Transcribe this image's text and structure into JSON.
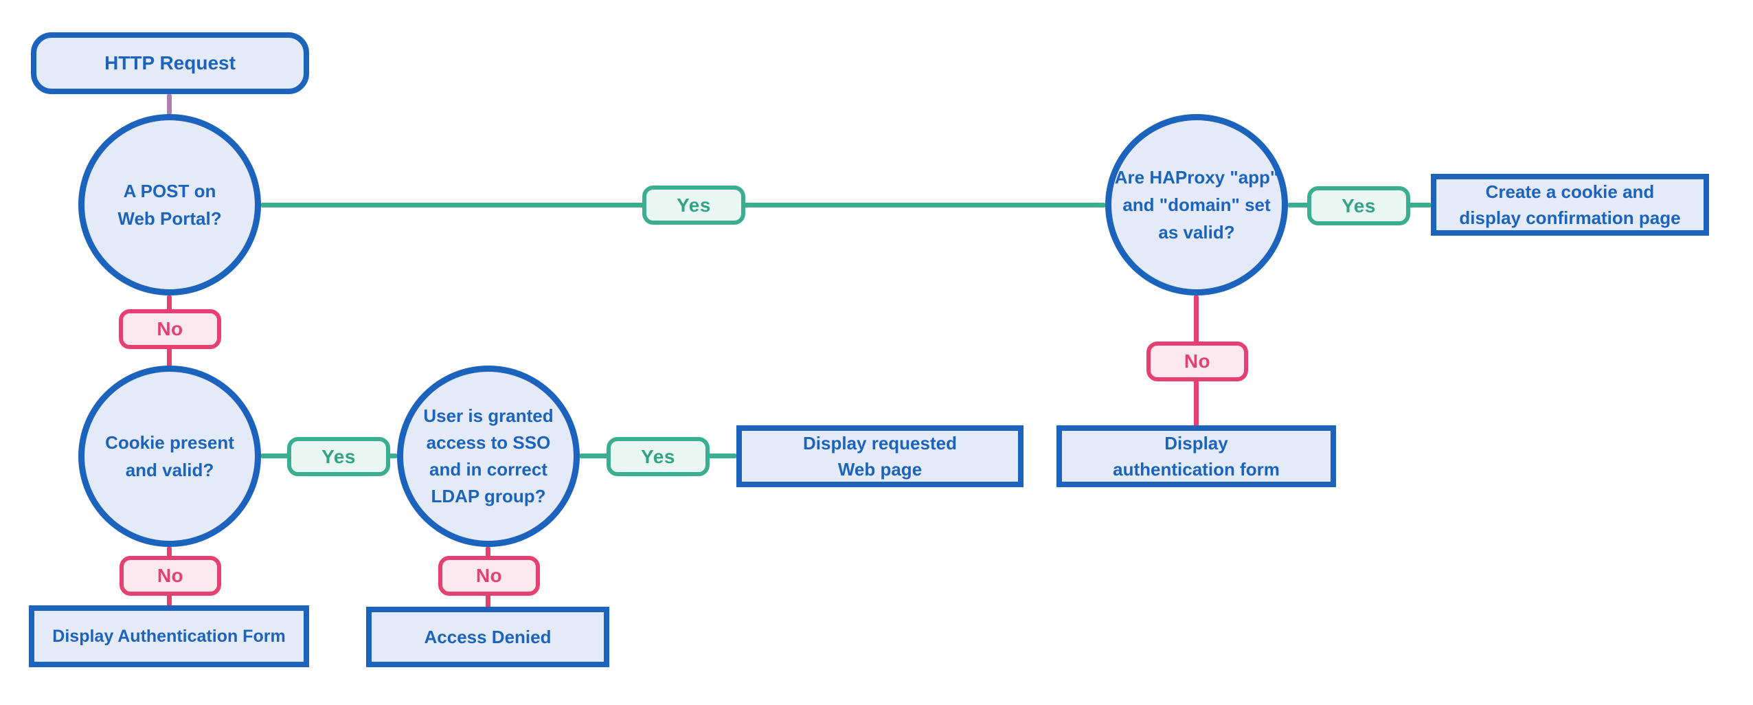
{
  "diagram": {
    "type": "flowchart",
    "background": "#ffffff",
    "colors": {
      "node_border_blue": "#1b63bc",
      "node_fill_blue": "#e4eaf7",
      "node_text_blue": "#1b63bc",
      "yes_green": "#3bad90",
      "yes_fill_green": "#e9f6f1",
      "no_pink": "#e64072",
      "no_fill_pink": "#fce8ef",
      "start_connector_purple": "#b57cb2"
    },
    "nodes": [
      {
        "id": "http-request",
        "shape": "rounded-rectangle",
        "lines": [
          "HTTP Request"
        ]
      },
      {
        "id": "post-on-web-portal",
        "shape": "circle",
        "lines": [
          "A POST on",
          "Web Portal?"
        ]
      },
      {
        "id": "cookie-present-valid",
        "shape": "circle",
        "lines": [
          "Cookie present",
          "and valid?"
        ]
      },
      {
        "id": "sso-ldap-group",
        "shape": "circle",
        "lines": [
          "User is granted",
          "access to SSO",
          "and in correct",
          "LDAP group?"
        ]
      },
      {
        "id": "haproxy-app-domain-valid",
        "shape": "circle",
        "lines": [
          "Are HAProxy \"app\"",
          "and \"domain\" set",
          "as valid?"
        ]
      },
      {
        "id": "display-authentication-form",
        "shape": "rectangle",
        "lines": [
          "Display Authentication Form"
        ]
      },
      {
        "id": "access-denied",
        "shape": "rectangle",
        "lines": [
          "Access Denied"
        ]
      },
      {
        "id": "display-requested-web-page",
        "shape": "rectangle",
        "lines": [
          "Display requested",
          "Web page"
        ]
      },
      {
        "id": "display-authentication-form-2",
        "shape": "rectangle",
        "lines": [
          "Display",
          "authentication form"
        ]
      },
      {
        "id": "create-cookie-confirmation",
        "shape": "rectangle",
        "lines": [
          "Create a cookie and",
          "display confirmation page"
        ]
      }
    ],
    "edges": [
      {
        "from": "http-request",
        "to": "post-on-web-portal",
        "label": ""
      },
      {
        "from": "post-on-web-portal",
        "to": "haproxy-app-domain-valid",
        "label": "Yes"
      },
      {
        "from": "post-on-web-portal",
        "to": "cookie-present-valid",
        "label": "No"
      },
      {
        "from": "cookie-present-valid",
        "to": "sso-ldap-group",
        "label": "Yes"
      },
      {
        "from": "cookie-present-valid",
        "to": "display-authentication-form",
        "label": "No"
      },
      {
        "from": "sso-ldap-group",
        "to": "display-requested-web-page",
        "label": "Yes"
      },
      {
        "from": "sso-ldap-group",
        "to": "access-denied",
        "label": "No"
      },
      {
        "from": "haproxy-app-domain-valid",
        "to": "create-cookie-confirmation",
        "label": "Yes"
      },
      {
        "from": "haproxy-app-domain-valid",
        "to": "display-authentication-form-2",
        "label": "No"
      }
    ]
  }
}
